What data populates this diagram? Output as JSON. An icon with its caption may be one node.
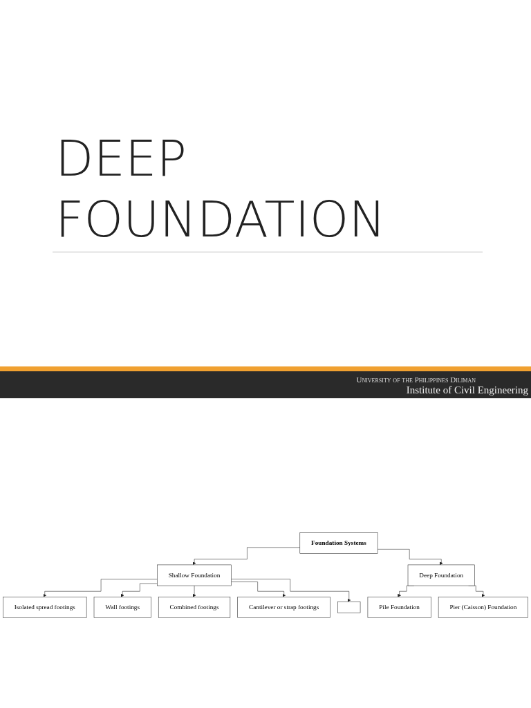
{
  "diagram": {
    "title": "DEEP FOUNDATION",
    "nodes": [
      {
        "text": [
          "Foundation Systems"
        ]
      },
      {
        "text": [
          "Shallow Foundation"
        ]
      },
      {
        "text": [
          "Deep Foundation"
        ]
      },
      {
        "text": [
          "Pile Foundation"
        ]
      },
      {
        "text": [
          "Pier (Caisson) Foundation"
        ]
      },
      {
        "text": [
          "Isolated spread footings"
        ]
      },
      {
        "text": [
          "Wall footings"
        ]
      },
      {
        "text": [
          "Combined footings"
        ]
      },
      {
        "text": [
          "Cantilever or strap footings"
        ]
      },
      {
        "text": [],
        "shape": "box"
      }
    ],
    "edges": [
      {
        "from": 0,
        "to": 1,
        "arrow": "to"
      },
      {
        "from": 0,
        "to": 2,
        "arrow": "to"
      },
      {
        "from": 2,
        "to": 3,
        "arrow": "to"
      },
      {
        "from": 2,
        "to": 4,
        "arrow": "to"
      },
      {
        "from": 1,
        "to": 5,
        "arrow": "to"
      },
      {
        "from": 1,
        "to": 6,
        "arrow": "to"
      },
      {
        "from": 1,
        "to": 7,
        "arrow": "to"
      },
      {
        "from": 1,
        "to": 8,
        "arrow": "to"
      },
      {
        "from": 1,
        "to": 9,
        "arrow": "to"
      }
    ],
    "labels": [
      "University of the Philippines Diliman",
      "Institute of Civil Engineering"
    ]
  }
}
